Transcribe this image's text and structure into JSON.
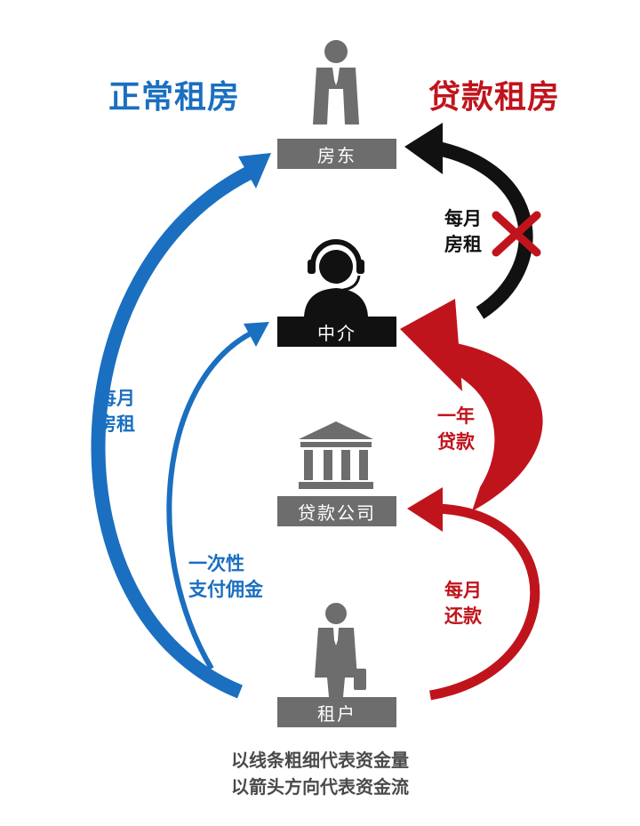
{
  "titles": {
    "normal": "正常租房",
    "loan": "贷款租房"
  },
  "nodes": {
    "landlord": "房东",
    "agent": "中介",
    "loan_company": "贷款公司",
    "tenant": "租户"
  },
  "labels": {
    "monthly_rent_blue": "每月\n房租",
    "one_time_commission": "一次性\n支付佣金",
    "monthly_rent_black": "每月\n房租",
    "one_year_loan": "一年\n贷款",
    "monthly_repay": "每月\n还款"
  },
  "caption": {
    "line1": "以线条粗细代表资金量",
    "line2": "以箭头方向代表资金流"
  },
  "icons": [
    "businessman-icon",
    "headset-agent-icon",
    "bank-building-icon",
    "briefcase-person-icon",
    "cross-icon"
  ],
  "colors": {
    "blue": "#1a6fc0",
    "red": "#c0141c",
    "black": "#111111",
    "gray": "#6d6d6d"
  }
}
